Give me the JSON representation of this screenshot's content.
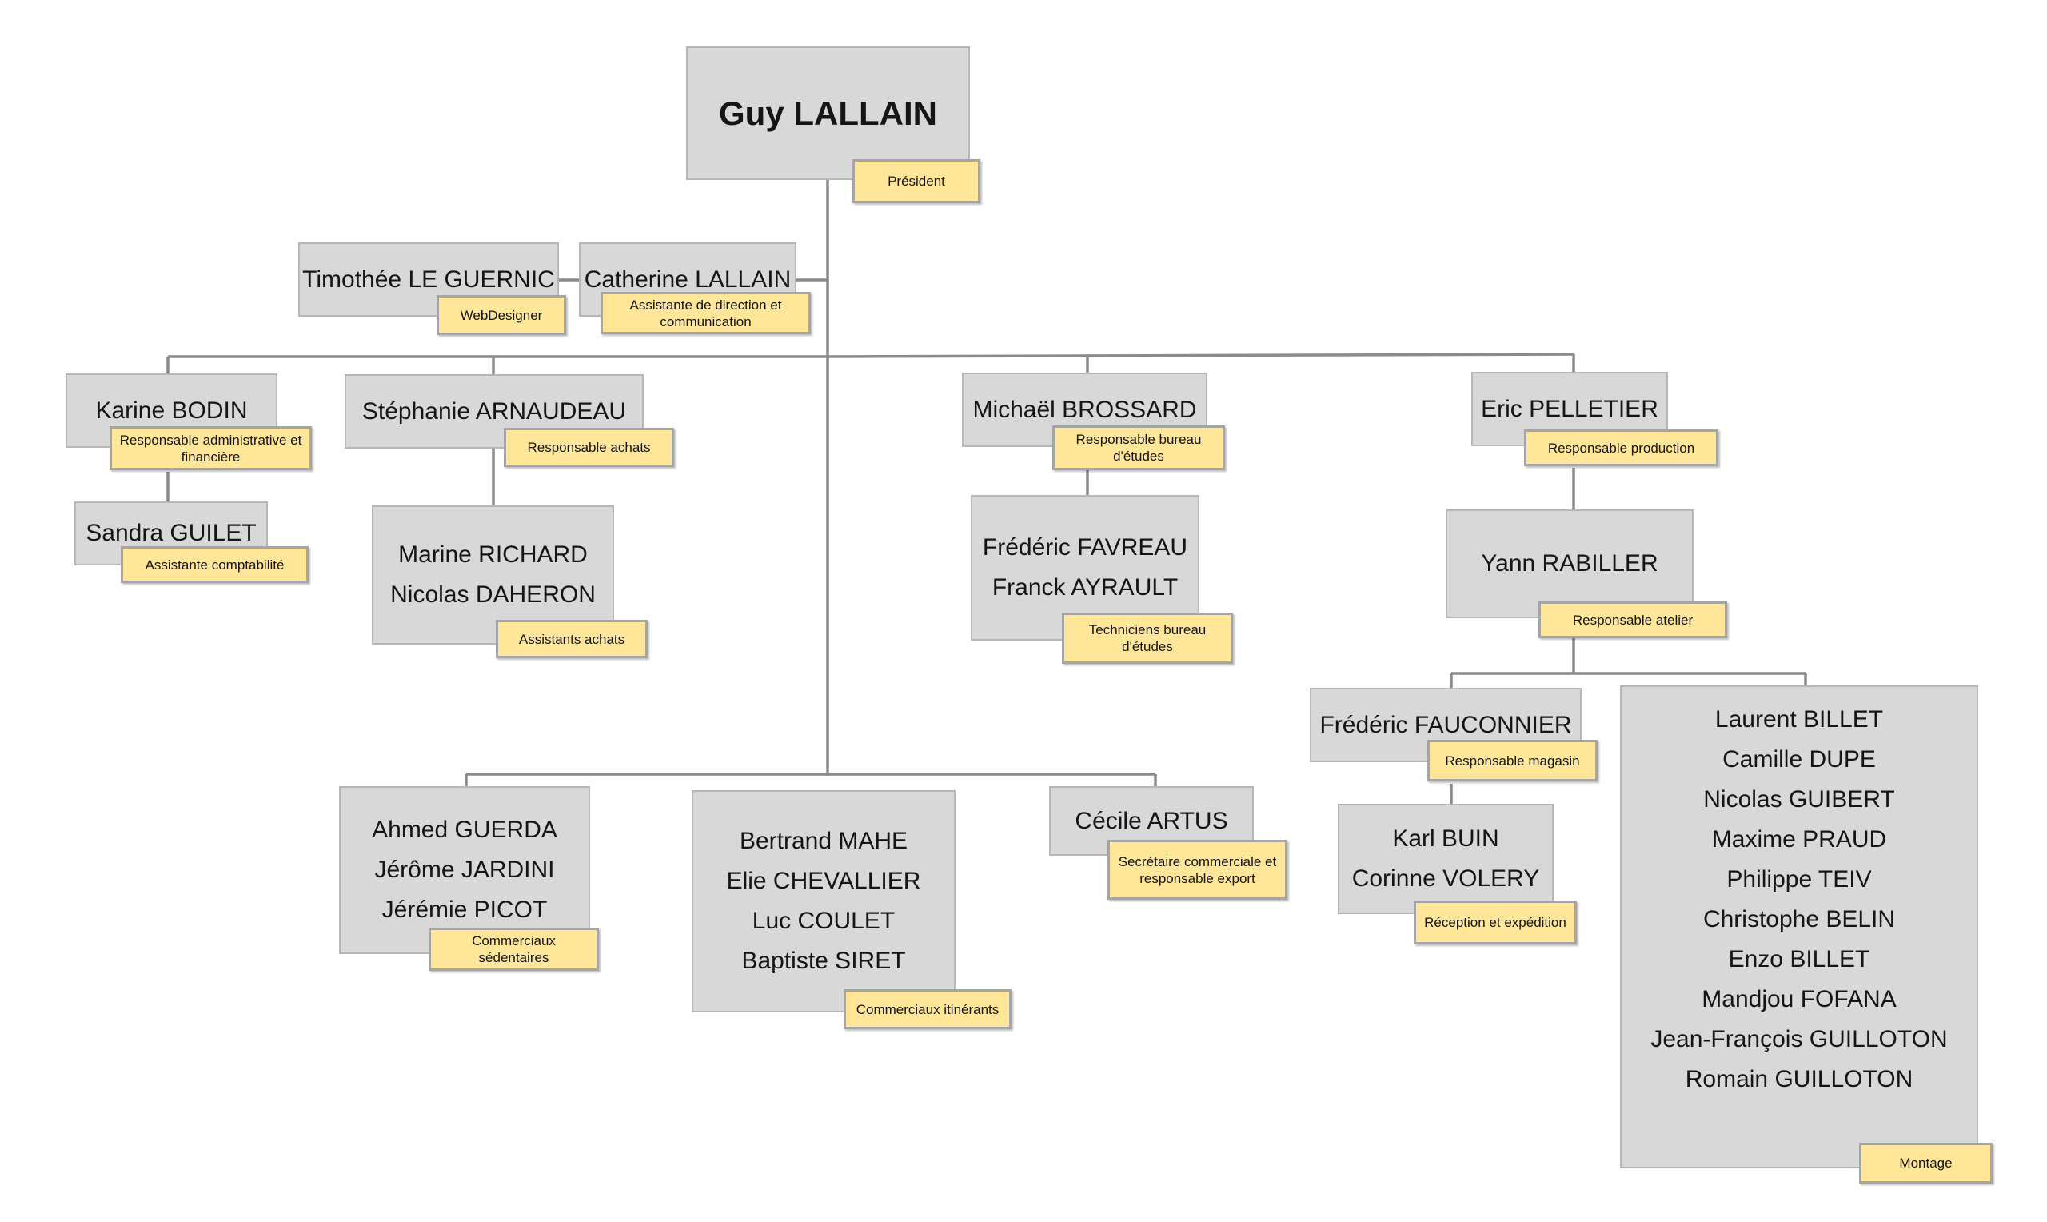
{
  "org": {
    "president": {
      "names": [
        "Guy LALLAIN"
      ],
      "role": "Président"
    },
    "guernic": {
      "names": [
        "Timothée LE GUERNIC"
      ],
      "role": "WebDesigner"
    },
    "catherine": {
      "names": [
        "Catherine LALLAIN"
      ],
      "role": "Assistante de direction et communication"
    },
    "bodin": {
      "names": [
        "Karine BODIN"
      ],
      "role": "Responsable administrative et financière"
    },
    "guilet": {
      "names": [
        "Sandra GUILET"
      ],
      "role": "Assistante comptabilité"
    },
    "arnaudeau": {
      "names": [
        "Stéphanie ARNAUDEAU"
      ],
      "role": "Responsable achats"
    },
    "achats": {
      "names": [
        "Marine RICHARD",
        "Nicolas DAHERON"
      ],
      "role": "Assistants achats"
    },
    "brossard": {
      "names": [
        "Michaël BROSSARD"
      ],
      "role": "Responsable bureau d'études"
    },
    "bureau": {
      "names": [
        "Frédéric FAVREAU",
        "Franck AYRAULT"
      ],
      "role": "Techniciens bureau d'études"
    },
    "pelletier": {
      "names": [
        "Eric PELLETIER"
      ],
      "role": "Responsable production"
    },
    "rabiller": {
      "names": [
        "Yann RABILLER"
      ],
      "role": "Responsable atelier"
    },
    "fauconnier": {
      "names": [
        "Frédéric FAUCONNIER"
      ],
      "role": "Responsable magasin"
    },
    "reception": {
      "names": [
        "Karl BUIN",
        "Corinne VOLERY"
      ],
      "role": "Réception et expédition"
    },
    "montage": {
      "names": [
        "Laurent BILLET",
        "Camille DUPE",
        "Nicolas GUIBERT",
        "Maxime PRAUD",
        "Philippe TEIV",
        "Christophe BELIN",
        "Enzo BILLET",
        "Mandjou FOFANA",
        "Jean-François GUILLOTON",
        "Romain GUILLOTON"
      ],
      "role": "Montage"
    },
    "sedentaires": {
      "names": [
        "Ahmed  GUERDA",
        "Jérôme JARDINI",
        "Jérémie PICOT"
      ],
      "role": "Commerciaux sédentaires"
    },
    "itinerants": {
      "names": [
        "Bertrand  MAHE",
        "Elie CHEVALLIER",
        "Luc COULET",
        "Baptiste SIRET"
      ],
      "role": "Commerciaux itinérants"
    },
    "artus": {
      "names": [
        "Cécile ARTUS"
      ],
      "role": "Secrétaire commerciale et responsable export"
    }
  },
  "colors": {
    "box_fill": "#d8d8d8",
    "role_fill": "#ffe699",
    "connector": "#8a8a8a"
  }
}
